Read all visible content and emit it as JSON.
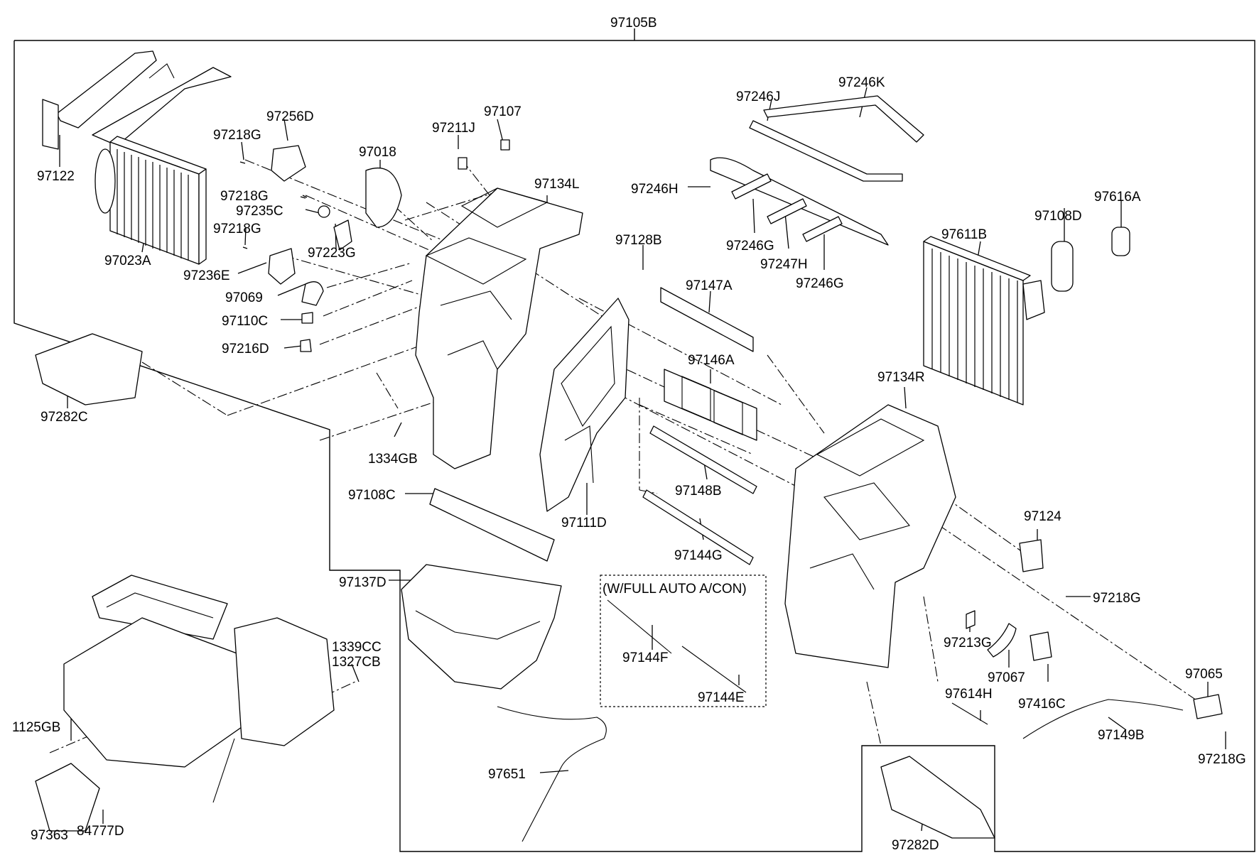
{
  "labels": {
    "l97105B": "97105B",
    "l97122": "97122",
    "l97023A": "97023A",
    "l97218G_a": "97218G",
    "l97256D": "97256D",
    "l97218G_b": "97218G",
    "l97235C": "97235C",
    "l97218G_c": "97218G",
    "l97223G": "97223G",
    "l97236E": "97236E",
    "l97069": "97069",
    "l97110C": "97110C",
    "l97216D": "97216D",
    "l97018": "97018",
    "l97211J": "97211J",
    "l97107": "97107",
    "l97134L": "97134L",
    "l97246J": "97246J",
    "l97246K": "97246K",
    "l97246H": "97246H",
    "l97246G_a": "97246G",
    "l97247H": "97247H",
    "l97246G_b": "97246G",
    "l97128B": "97128B",
    "l97147A": "97147A",
    "l97146A": "97146A",
    "l97108D": "97108D",
    "l97616A": "97616A",
    "l97611B": "97611B",
    "l97134R": "97134R",
    "l97282C_a": "97282C",
    "l1334GB": "1334GB",
    "l97108C": "97108C",
    "l97111D": "97111D",
    "l97148B": "97148B",
    "l97144G": "97144G",
    "l97124": "97124",
    "l97218G_d": "97218G",
    "l97137D": "97137D",
    "l_wfull": "(W/FULL AUTO A/CON)",
    "l97144F": "97144F",
    "l97144E": "97144E",
    "l97213G": "97213G",
    "l97067": "97067",
    "l97416C": "97416C",
    "l97065": "97065",
    "l97614H": "97614H",
    "l97149B": "97149B",
    "l97218G_e": "97218G",
    "l1339CC": "1339CC",
    "l1327CB": "1327CB",
    "l1125GB": "1125GB",
    "l97651": "97651",
    "l97363": "97363",
    "l84777D": "84777D",
    "l97282D": "97282D"
  }
}
